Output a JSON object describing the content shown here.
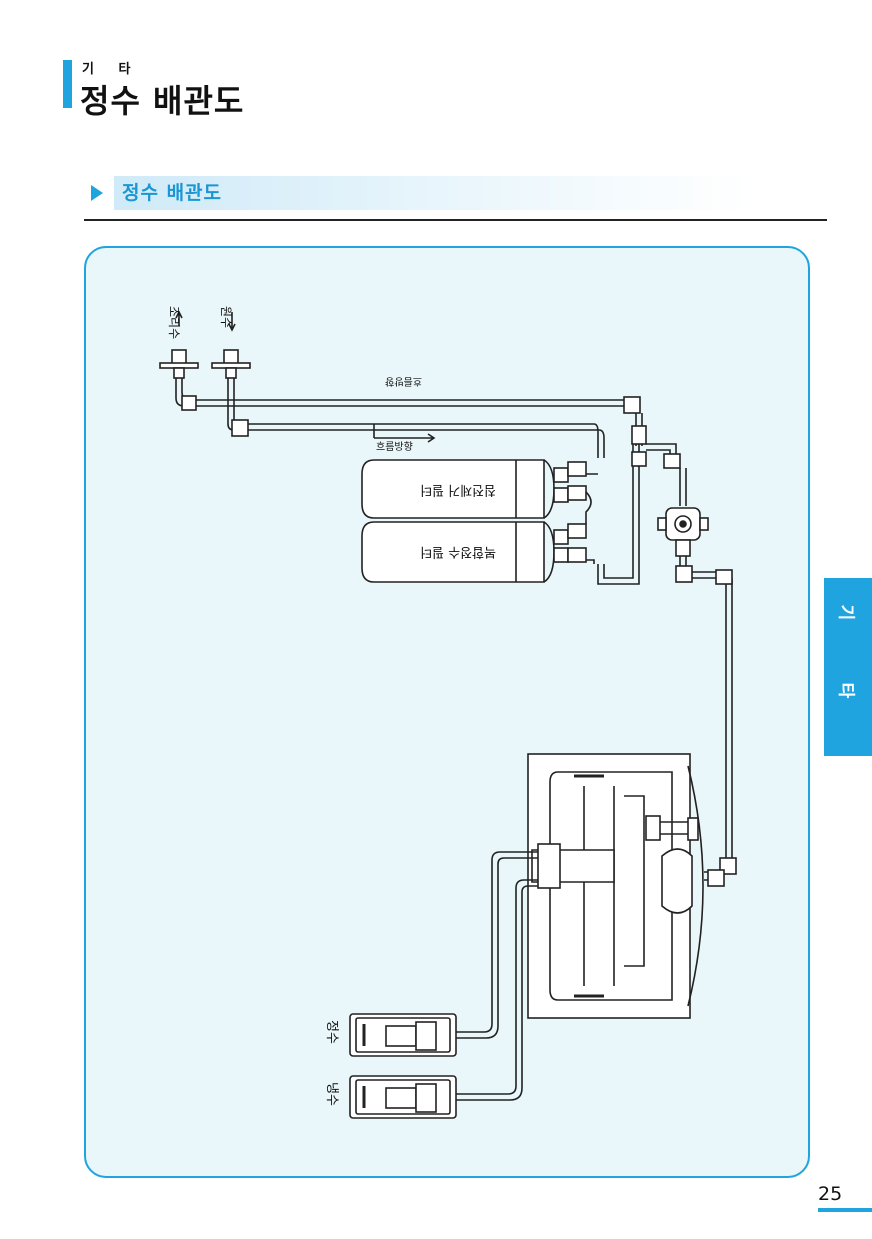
{
  "header": {
    "category": "기 타",
    "title": "정수 배관도"
  },
  "section": {
    "title": "정수 배관도"
  },
  "diagram": {
    "labels": {
      "cooking_water": "조리수",
      "raw_water": "원수",
      "flow_direction_top": "흐름방향",
      "flow_direction_mid": "흐름방향",
      "filter_pre": "침전제거 필터",
      "filter_post": "복합정수 필터",
      "outlet_pure": "정수",
      "outlet_cold": "냉수"
    }
  },
  "side_tab": {
    "char1": "기",
    "char2": "타"
  },
  "page": {
    "number": "25"
  },
  "colors": {
    "accent": "#1fa4df",
    "diagram_bg": "#e9f7fb"
  }
}
